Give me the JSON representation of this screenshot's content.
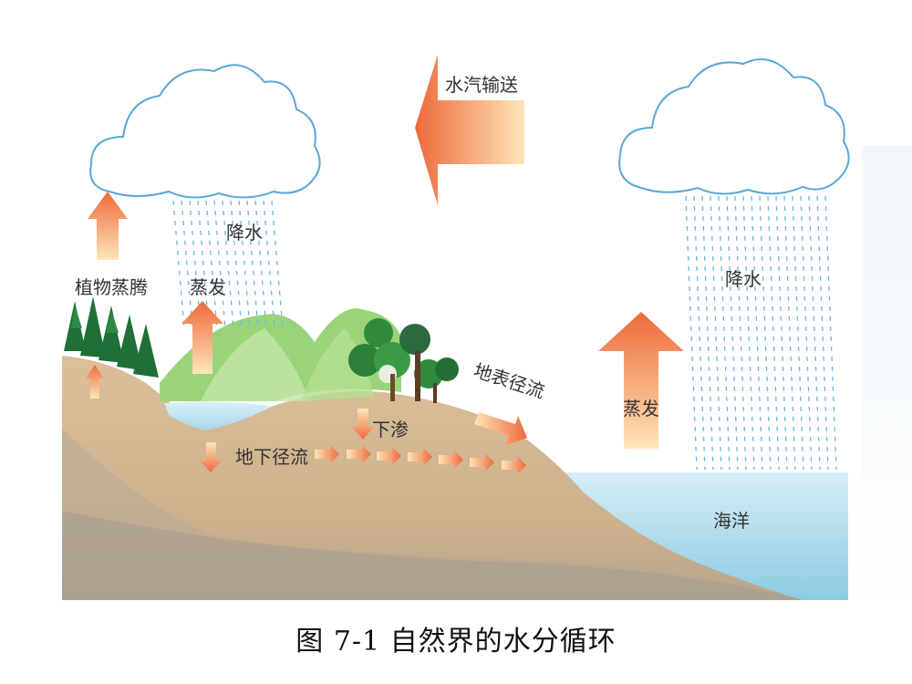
{
  "labels": {
    "vapor_transport": "水汽输送",
    "precip_left": "降水",
    "precip_right": "降水",
    "transpiration": "植物蒸腾",
    "evap_land": "蒸发",
    "evap_sea": "蒸发",
    "surface_runoff": "地表径流",
    "infiltration": "下渗",
    "groundwater_runoff": "地下径流",
    "ocean": "海洋"
  },
  "caption": "图 7-1  自然界的水分循环",
  "colors": {
    "cloud_outline": "#5aa8d6",
    "rain": "#6fb4dc",
    "arrow_hot": "#ee6a3c",
    "arrow_warm": "#fde6b8",
    "soil": "#d8b994",
    "soil_dark": "#a89278",
    "hill_green": "#8fcf6c",
    "ocean": "#bfe3ef",
    "tree": "#1f7a3a"
  }
}
